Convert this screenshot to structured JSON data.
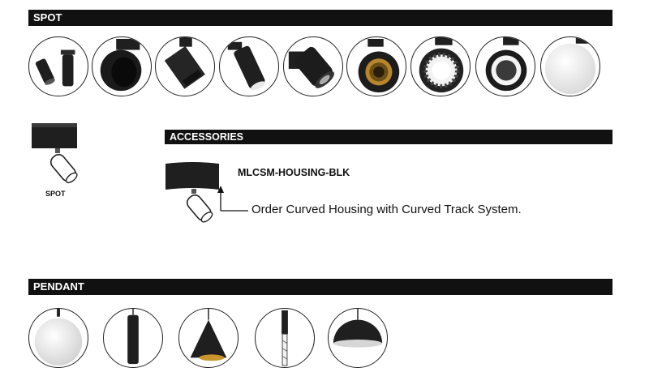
{
  "sections": {
    "spot": "SPOT",
    "accessories": "ACCESSORIES",
    "pendant": "PENDANT"
  },
  "spot_caption": "SPOT",
  "accessory": {
    "part_number": "MLCSM-HOUSING-BLK",
    "note": "Order Curved Housing with Curved Track System."
  },
  "spot_items": [
    {
      "icon": "twin-spot-icon"
    },
    {
      "icon": "round-spot-icon"
    },
    {
      "icon": "square-spot-icon"
    },
    {
      "icon": "cylinder-spot-white-lens-icon"
    },
    {
      "icon": "cylinder-spot-large-icon"
    },
    {
      "icon": "gold-honeycomb-spot-icon"
    },
    {
      "icon": "ring-pattern-spot-icon"
    },
    {
      "icon": "ring-light-spot-icon"
    },
    {
      "icon": "white-globe-spot-icon"
    }
  ],
  "pendant_items": [
    {
      "icon": "globe-pendant-icon"
    },
    {
      "icon": "cylinder-pendant-icon"
    },
    {
      "icon": "cone-pendant-icon"
    },
    {
      "icon": "crystal-stick-pendant-icon"
    },
    {
      "icon": "dome-pendant-icon"
    }
  ],
  "colors": {
    "bar": "#111111",
    "fixture": "#1f1f1f",
    "gold": "#b8862a"
  }
}
